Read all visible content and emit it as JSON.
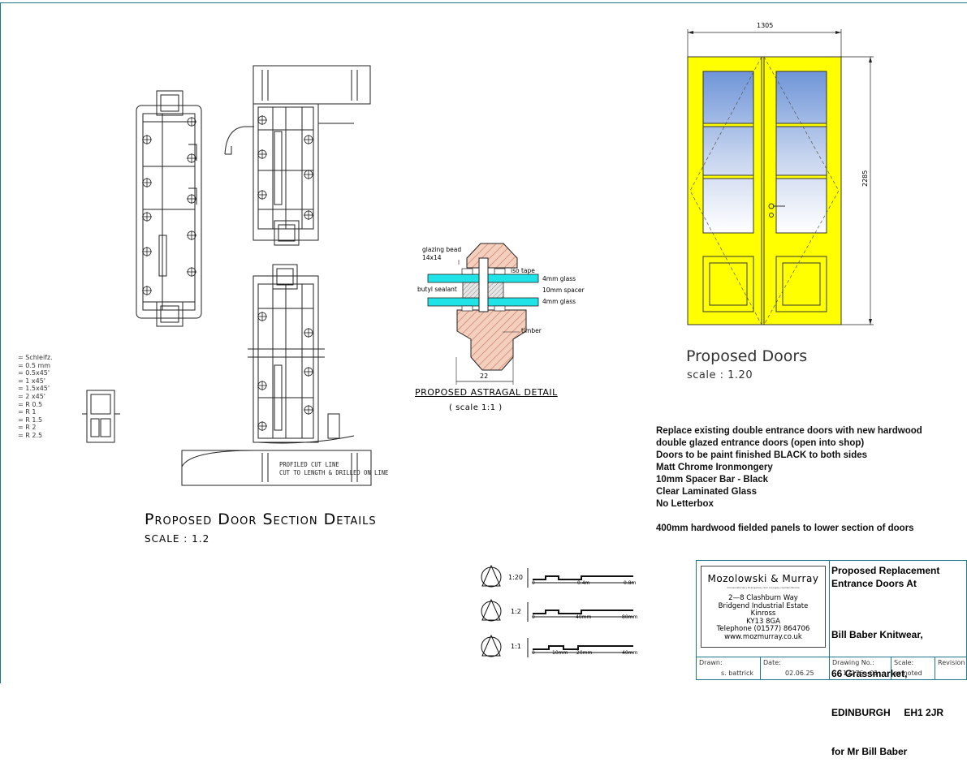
{
  "door_section": {
    "title": "Proposed Door Section Details",
    "scale": "SCALE : 1.2",
    "stamp_lines": [
      "PROFILED CUT LINE",
      "CUT TO LENGTH & DRILLED ON LINE"
    ]
  },
  "legend": {
    "items": [
      "= Schleifz.",
      "= 0.5 mm",
      "= 0.5x45'",
      "= 1  x45'",
      "= 1.5x45'",
      "= 2  x45'",
      "= R 0.5",
      "= R 1",
      "= R 1.5",
      "= R 2",
      "= R 2.5"
    ]
  },
  "astragal": {
    "title": "PROPOSED ASTRAGAL DETAIL",
    "scale": "( scale   1:1 )",
    "labels": {
      "glazing_bead": "glazing bead",
      "glazing_bead_size": "14x14",
      "iso_tape": "iso tape",
      "butyl_sealant": "butyl sealant",
      "glass_top": "4mm glass",
      "spacer": "10mm spacer",
      "glass_bottom": "4mm glass",
      "timber": "timber",
      "width_dim": "22"
    }
  },
  "doors": {
    "title": "Proposed Doors",
    "scale": "scale : 1.20",
    "width_dim": "1305",
    "height_dim": "2285",
    "colors": {
      "door": "#ffff00",
      "glass_top": "#6f95d8",
      "glass_bottom": "#ffffff",
      "outline": "#333333"
    }
  },
  "notes": {
    "lines": [
      "Replace existing double entrance doors with new hardwood",
      "double glazed entrance doors (open into shop)",
      "Doors to be paint finished BLACK to both sides",
      "Matt Chrome Ironmongery",
      "10mm Spacer Bar - Black",
      "Clear Laminated Glass",
      "No Letterbox"
    ],
    "extra": "400mm hardwood fielded panels to lower section of doors"
  },
  "scale_bars": [
    {
      "ratio": "1:20",
      "ticks": [
        "0",
        "0.4m",
        "0.8m"
      ]
    },
    {
      "ratio": "1:2",
      "ticks": [
        "0",
        "40mm",
        "80mm"
      ]
    },
    {
      "ratio": "1:1",
      "ticks": [
        "0",
        "10mm",
        "20mm",
        "40mm"
      ]
    }
  ],
  "title_block": {
    "company": "Mozolowski & Murray",
    "tagline": "Conservatories | Orangeries | Sun Lounges | Garden Rooms",
    "address": [
      "2—8 Clashburn Way",
      "Bridgend Industrial Estate",
      "Kinross",
      "KY13 8GA",
      "Telephone (01577) 864706",
      "www.mozmurray.co.uk"
    ],
    "project_title": [
      "Proposed Replacement",
      "Entrance Doors At"
    ],
    "client": [
      "Bill Baber Knitwear,",
      "66 Grassmarket,",
      "EDINBURGH     EH1 2JR",
      "for Mr Bill Baber"
    ],
    "fields": [
      {
        "label": "Drawn:",
        "value": "s. battrick"
      },
      {
        "label": "Date:",
        "value": "02.06.25"
      },
      {
        "label": "Drawing No.:",
        "value": "12276 - 01"
      },
      {
        "label": "Scale:",
        "value": "as noted"
      },
      {
        "label": "Revision",
        "value": ""
      }
    ]
  }
}
